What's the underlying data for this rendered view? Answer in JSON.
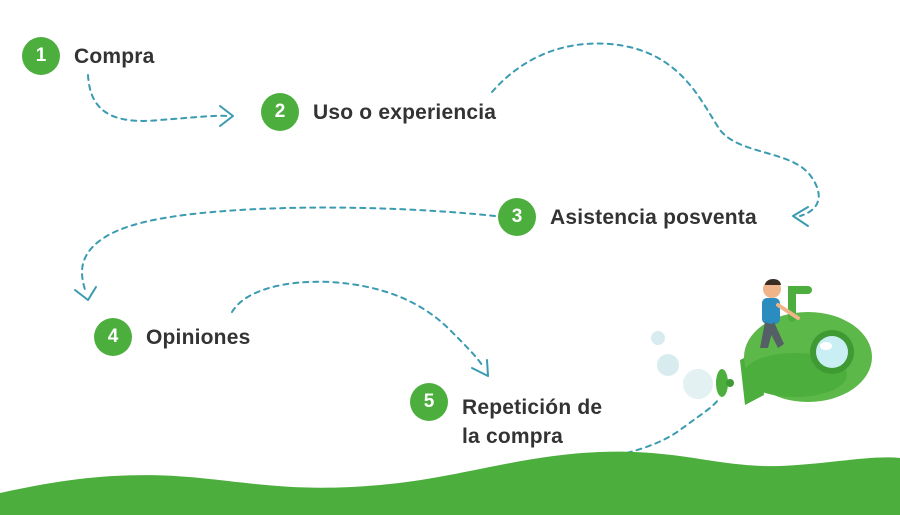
{
  "steps": [
    {
      "number": "1",
      "label": "Compra"
    },
    {
      "number": "2",
      "label": "Uso o experiencia"
    },
    {
      "number": "3",
      "label": "Asistencia posventa"
    },
    {
      "number": "4",
      "label": "Opiniones"
    },
    {
      "number": "5",
      "label_line1": "Repetición de",
      "label_line2": "la compra"
    }
  ],
  "colors": {
    "badge": "#4caf3d",
    "text": "#333333",
    "dashed_path": "#3b9bb0",
    "ground": "#4caf3d",
    "submarine": "#5cb848"
  },
  "illustration": {
    "icon": "submarine-with-person-illustration"
  }
}
